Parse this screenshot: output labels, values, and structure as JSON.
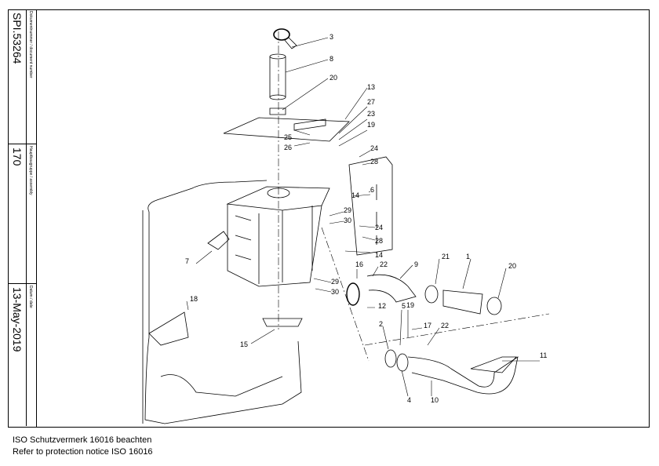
{
  "strip": {
    "doc_caption": "Dokumentnummer / document number",
    "doc_value": "SPI.53264",
    "group_caption": "Hauptbaugruppe / assembly",
    "group_value": "170",
    "date_caption": "Datum / date",
    "date_value": "13-May-2019"
  },
  "callouts": [
    "3",
    "8",
    "20",
    "13",
    "27",
    "23",
    "19",
    "25",
    "26",
    "24",
    "28",
    "6",
    "14",
    "29",
    "30",
    "24",
    "28",
    "14",
    "7",
    "16",
    "22",
    "9",
    "21",
    "1",
    "20",
    "29",
    "30",
    "12",
    "5",
    "19",
    "2",
    "17",
    "22",
    "18",
    "15",
    "4",
    "10",
    "11"
  ],
  "footer": {
    "line1": "ISO Schutzvermerk 16016 beachten",
    "line2": "Refer to protection notice ISO 16016"
  }
}
